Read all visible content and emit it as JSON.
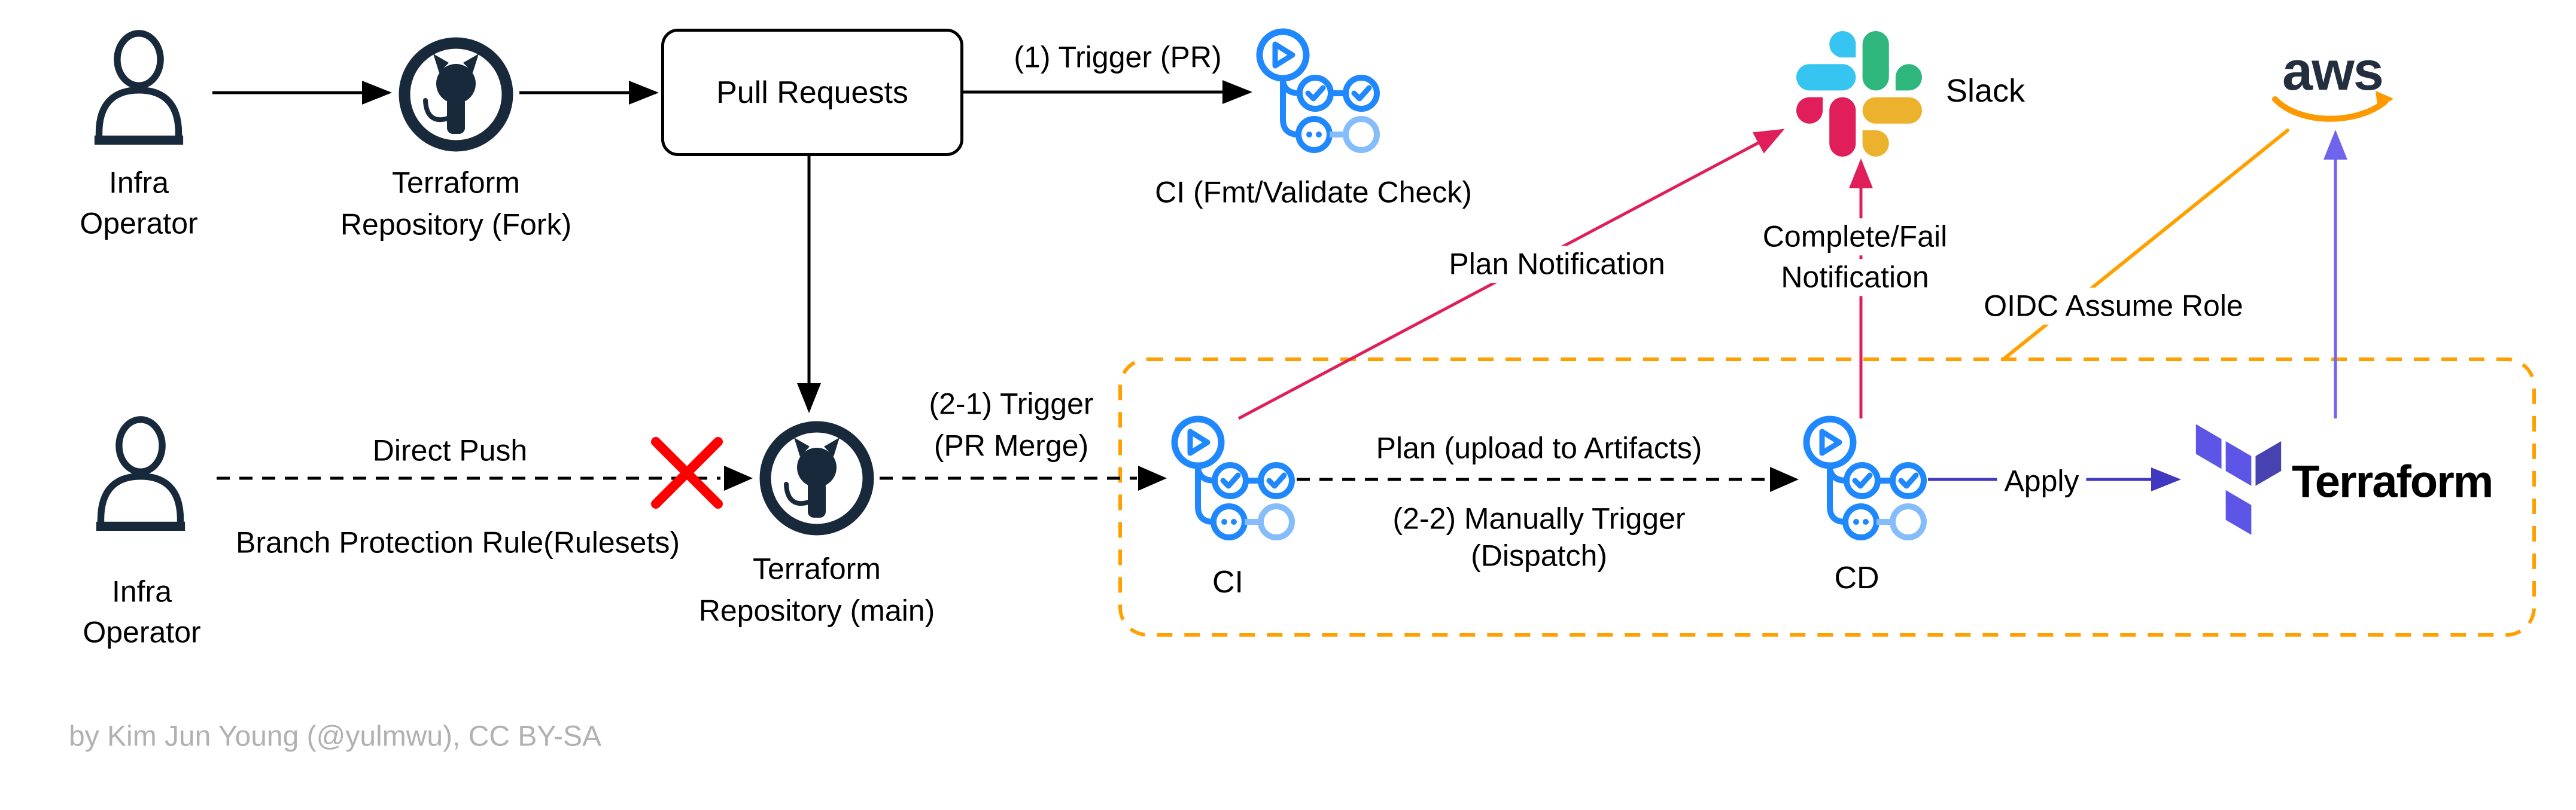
{
  "title": "Terraform GitOps CI/CD pipeline diagram",
  "colors": {
    "navy": "#17293A",
    "aws_navy": "#232F3E",
    "actions_blue": "#2088FF",
    "actions_blue_light": "#85BCFA",
    "pink": "#E01E5A",
    "orange": "#FFA000",
    "aws_orange": "#FF9900",
    "purple_light": "#7164EC",
    "purple_dark": "#4138C2",
    "terraform_light": "#5C55E5",
    "terraform_dark": "#4642B0",
    "red_x": "#FF0000",
    "footer_gray": "#B1B1B1"
  },
  "nodes": {
    "infra_operator_top": {
      "label_line1": "Infra",
      "label_line2": "Operator"
    },
    "terraform_repo_fork": {
      "label_line1": "Terraform",
      "label_line2": "Repository (Fork)"
    },
    "pull_requests": {
      "label": "Pull Requests"
    },
    "ci_fmt_validate": {
      "label": "CI (Fmt/Validate Check)"
    },
    "slack": {
      "label": "Slack"
    },
    "aws": {
      "label": "aws"
    },
    "infra_operator_bottom": {
      "label_line1": "Infra",
      "label_line2": "Operator"
    },
    "terraform_repo_main": {
      "label_line1": "Terraform",
      "label_line2": "Repository (main)"
    },
    "ci": {
      "label": "CI"
    },
    "cd": {
      "label": "CD"
    },
    "terraform": {
      "label": "Terraform"
    }
  },
  "edges": {
    "trigger_pr": "(1) Trigger (PR)",
    "direct_push": "Direct Push",
    "branch_protection": "Branch Protection Rule(Rulesets)",
    "trigger_pr_merge_line1": "(2-1) Trigger",
    "trigger_pr_merge_line2": "(PR Merge)",
    "plan_upload": "Plan (upload to Artifacts)",
    "manual_trigger_line1": "(2-2) Manually Trigger",
    "manual_trigger_line2": "(Dispatch)",
    "plan_notification": "Plan Notification",
    "complete_fail_line1": "Complete/Fail",
    "complete_fail_line2": "Notification",
    "oidc_assume_role": "OIDC Assume Role",
    "apply": "Apply"
  },
  "footer": {
    "credit": "by Kim Jun Young (@yulmwu), CC BY-SA"
  }
}
